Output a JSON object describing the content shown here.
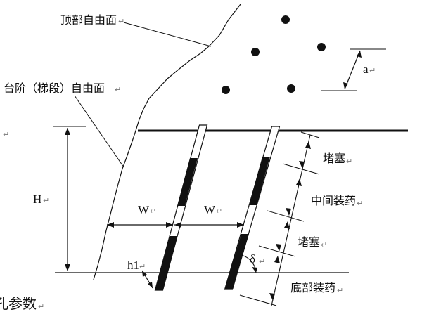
{
  "labels": {
    "top_free_face": "顶部自由面",
    "bench_free_face": "台阶（梯段）自由面",
    "spacing": "a",
    "height": "H",
    "burden_1": "W",
    "burden_2": "W",
    "subdrill": "h1",
    "angle": "δ",
    "stemming_top": "堵塞",
    "middle_charge": "中间装药",
    "stemming_mid": "堵塞",
    "bottom_charge": "底部装药",
    "caption_fragment": "孔参数"
  },
  "edit_mark": "↵",
  "colors": {
    "ink": "#111111",
    "paper": "#ffffff",
    "mark": "#777777"
  }
}
